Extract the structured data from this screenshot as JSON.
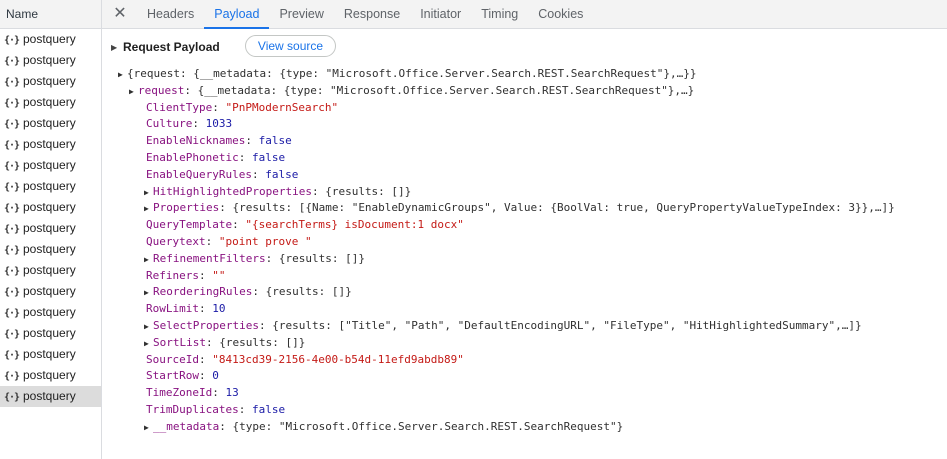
{
  "left_panel": {
    "header": "Name",
    "requests": [
      {
        "icon": "{·}",
        "name": "postquery"
      },
      {
        "icon": "{·}",
        "name": "postquery"
      },
      {
        "icon": "{·}",
        "name": "postquery"
      },
      {
        "icon": "{·}",
        "name": "postquery"
      },
      {
        "icon": "{·}",
        "name": "postquery"
      },
      {
        "icon": "{·}",
        "name": "postquery"
      },
      {
        "icon": "{·}",
        "name": "postquery"
      },
      {
        "icon": "{·}",
        "name": "postquery"
      },
      {
        "icon": "{·}",
        "name": "postquery"
      },
      {
        "icon": "{·}",
        "name": "postquery"
      },
      {
        "icon": "{·}",
        "name": "postquery"
      },
      {
        "icon": "{·}",
        "name": "postquery"
      },
      {
        "icon": "{·}",
        "name": "postquery"
      },
      {
        "icon": "{·}",
        "name": "postquery"
      },
      {
        "icon": "{·}",
        "name": "postquery"
      },
      {
        "icon": "{·}",
        "name": "postquery"
      },
      {
        "icon": "{·}",
        "name": "postquery"
      },
      {
        "icon": "{·}",
        "name": "postquery"
      }
    ],
    "selected_index": 17
  },
  "tabs": {
    "close_symbol": "✕",
    "items": [
      "Headers",
      "Payload",
      "Preview",
      "Response",
      "Initiator",
      "Timing",
      "Cookies"
    ],
    "active": "Payload"
  },
  "payload": {
    "section_title": "Request Payload",
    "view_source_label": "View source",
    "lines": [
      {
        "arrow": "▶",
        "key": "",
        "sep": "",
        "value": "{request: {__metadata: {type: \"Microsoft.Office.Server.Search.REST.SearchRequest\"},…}}",
        "vtype": "obj"
      },
      {
        "arrow": "▶",
        "key": "request",
        "sep": ": ",
        "value": "{__metadata: {type: \"Microsoft.Office.Server.Search.REST.SearchRequest\"},…}",
        "vtype": "obj"
      },
      {
        "arrow": "",
        "key": "ClientType",
        "sep": ": ",
        "value": "\"PnPModernSearch\"",
        "vtype": "str"
      },
      {
        "arrow": "",
        "key": "Culture",
        "sep": ": ",
        "value": "1033",
        "vtype": "num"
      },
      {
        "arrow": "",
        "key": "EnableNicknames",
        "sep": ": ",
        "value": "false",
        "vtype": "bool"
      },
      {
        "arrow": "",
        "key": "EnablePhonetic",
        "sep": ": ",
        "value": "false",
        "vtype": "bool"
      },
      {
        "arrow": "",
        "key": "EnableQueryRules",
        "sep": ": ",
        "value": "false",
        "vtype": "bool"
      },
      {
        "arrow": "▶",
        "key": "HitHighlightedProperties",
        "sep": ": ",
        "value": "{results: []}",
        "vtype": "obj"
      },
      {
        "arrow": "▶",
        "key": "Properties",
        "sep": ": ",
        "value": "{results: [{Name: \"EnableDynamicGroups\", Value: {BoolVal: true, QueryPropertyValueTypeIndex: 3}},…]}",
        "vtype": "obj"
      },
      {
        "arrow": "",
        "key": "QueryTemplate",
        "sep": ": ",
        "value": "\"{searchTerms} isDocument:1 docx\"",
        "vtype": "str"
      },
      {
        "arrow": "",
        "key": "Querytext",
        "sep": ": ",
        "value": "\"point prove \"",
        "vtype": "str"
      },
      {
        "arrow": "▶",
        "key": "RefinementFilters",
        "sep": ": ",
        "value": "{results: []}",
        "vtype": "obj"
      },
      {
        "arrow": "",
        "key": "Refiners",
        "sep": ": ",
        "value": "\"\"",
        "vtype": "str"
      },
      {
        "arrow": "▶",
        "key": "ReorderingRules",
        "sep": ": ",
        "value": "{results: []}",
        "vtype": "obj"
      },
      {
        "arrow": "",
        "key": "RowLimit",
        "sep": ": ",
        "value": "10",
        "vtype": "num"
      },
      {
        "arrow": "▶",
        "key": "SelectProperties",
        "sep": ": ",
        "value": "{results: [\"Title\", \"Path\", \"DefaultEncodingURL\", \"FileType\", \"HitHighlightedSummary\",…]}",
        "vtype": "obj"
      },
      {
        "arrow": "▶",
        "key": "SortList",
        "sep": ": ",
        "value": "{results: []}",
        "vtype": "obj"
      },
      {
        "arrow": "",
        "key": "SourceId",
        "sep": ": ",
        "value": "\"8413cd39-2156-4e00-b54d-11efd9abdb89\"",
        "vtype": "str"
      },
      {
        "arrow": "",
        "key": "StartRow",
        "sep": ": ",
        "value": "0",
        "vtype": "num"
      },
      {
        "arrow": "",
        "key": "TimeZoneId",
        "sep": ": ",
        "value": "13",
        "vtype": "num"
      },
      {
        "arrow": "",
        "key": "TrimDuplicates",
        "sep": ": ",
        "value": "false",
        "vtype": "bool"
      },
      {
        "arrow": "▶",
        "key": "__metadata",
        "sep": ": ",
        "value": "{type: \"Microsoft.Office.Server.Search.REST.SearchRequest\"}",
        "vtype": "obj"
      }
    ]
  }
}
